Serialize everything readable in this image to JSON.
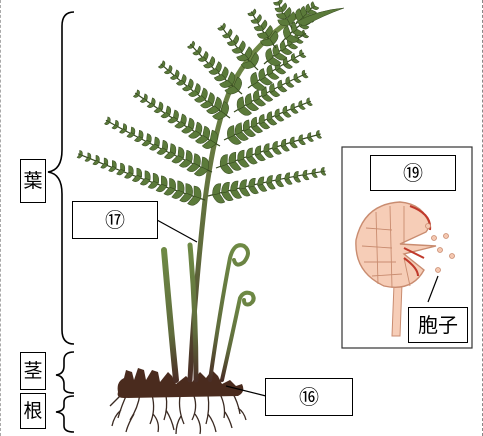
{
  "labels": {
    "leaf": "葉",
    "stem": "茎",
    "root": "根",
    "spore": "胞子",
    "box17": "⑰",
    "box16": "⑯",
    "box19": "⑲"
  },
  "colors": {
    "frond": "#5b7a3a",
    "frond_dark": "#35491f",
    "stalk": "#6e8a45",
    "stalk_base": "#4a2e26",
    "rhizome": "#4a2b1e",
    "sporangium_fill": "#f6cdb7",
    "sporangium_line": "#c98c70",
    "spore": "#f4c7b0"
  }
}
